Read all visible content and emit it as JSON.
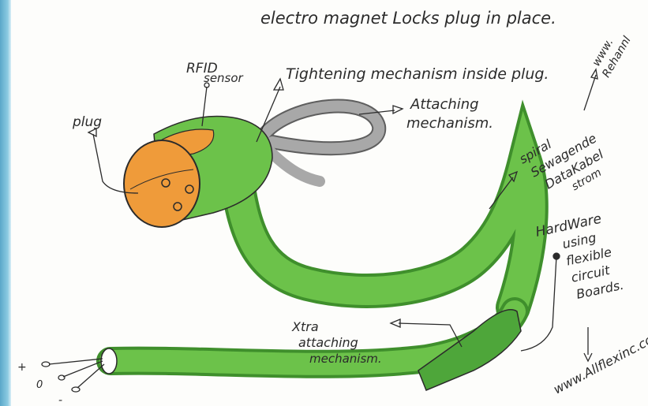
{
  "labels": {
    "top_note": "electro magnet Locks plug in place.",
    "rfid": [
      "RFID",
      "sensor"
    ],
    "tightening": "Tightening mechanism inside plug.",
    "plug": "plug",
    "attaching": [
      "Attaching",
      "mechanism."
    ],
    "url_top": [
      "www.",
      "Rehannl"
    ],
    "spiral": [
      "spiral",
      "Sewagende",
      "DataKabel",
      "strom"
    ],
    "hardware": [
      "HardWare",
      "using",
      "flexible",
      "circuit",
      "Boards."
    ],
    "extra": [
      "Xtra",
      "attaching",
      "mechanism."
    ],
    "url_bottom": "www.Allflexinc.com",
    "wire_marks": [
      "+",
      "0",
      "-"
    ]
  },
  "colors": {
    "cable_green": "#6cc24a",
    "cable_dark": "#3f8f2c",
    "plug_orange": "#ef9b3a",
    "strap_grey": "#9a9a9a",
    "ink": "#2b2b2b",
    "edge_blue": "#6fb8d6"
  }
}
